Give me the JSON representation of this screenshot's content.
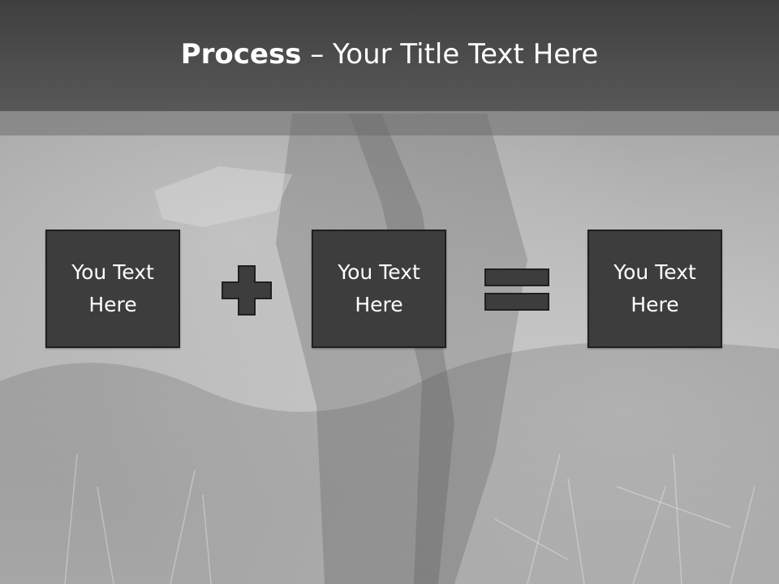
{
  "slide": {
    "title_bold": "Process",
    "title_rest": " – Your Title Text Here"
  },
  "equation": {
    "box1": "You Text\nHere",
    "operator1_icon": "plus-icon",
    "box2": "You Text\nHere",
    "operator2_icon": "equals-icon",
    "box3": "You Text\nHere"
  },
  "colors": {
    "title_bar": "#4a4a4a",
    "box_fill": "#3d3d3d",
    "box_border": "#1f1f1f",
    "operator_fill": "#3d3d3d",
    "text": "#ffffff"
  }
}
